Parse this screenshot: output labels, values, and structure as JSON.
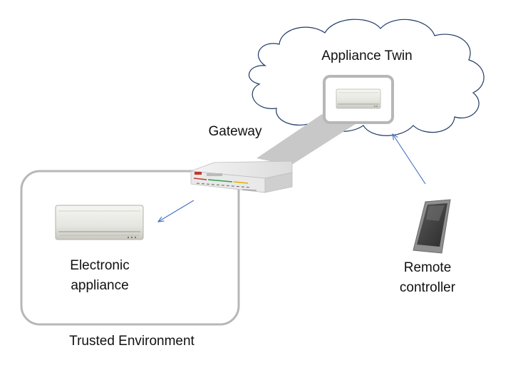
{
  "nodes": {
    "cloud": {
      "label": "Appliance Twin"
    },
    "gateway": {
      "label": "Gateway"
    },
    "appliance": {
      "label_line1": "Electronic",
      "label_line2": "appliance"
    },
    "remote": {
      "label_line1": "Remote",
      "label_line2": "controller"
    },
    "trusted": {
      "label": "Trusted Environment"
    }
  },
  "colors": {
    "frame": "#b7b7b7",
    "cloud_stroke": "#1f3a66",
    "arrow": "#4472c4",
    "link": "#c8c8c8"
  },
  "icons": [
    "cloud-shape",
    "air-conditioner-icon",
    "gateway-router-icon",
    "smartphone-icon"
  ]
}
